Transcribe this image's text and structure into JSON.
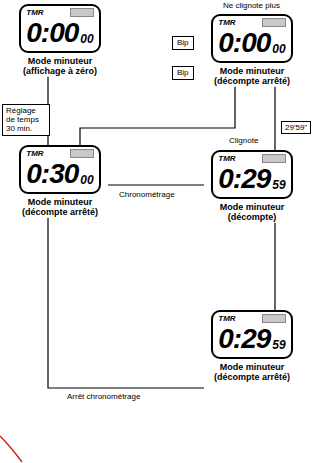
{
  "diagram": {
    "nodes": [
      {
        "text": [
          "TMR",
          "0:00",
          "00",
          "Mode minuteur (affichage à zéro)"
        ]
      },
      {
        "text": [
          "TMR",
          "0:00",
          "00",
          "Mode minuteur (décompte arrêté)"
        ]
      },
      {
        "text": [
          "Bip"
        ]
      },
      {
        "text": [
          "Bip"
        ]
      },
      {
        "text": [
          "TMR",
          "0:30",
          "00",
          "Mode minuteur (décompte arrêté)"
        ]
      },
      {
        "text": [
          "TMR",
          "0:29",
          "59",
          "Mode minuteur (décompte)"
        ]
      },
      {
        "text": [
          "TMR",
          "0:29",
          "59",
          "Mode minuteur (décompte arrêté)"
        ]
      }
    ],
    "edges": [
      {
        "from": 0,
        "to": 4,
        "arrow": "none",
        "label": "Réglage de temps 30 min."
      },
      {
        "from": 1,
        "to": 4,
        "arrow": "none"
      },
      {
        "from": 1,
        "to": 5,
        "arrow": "none",
        "label": "29'59''"
      },
      {
        "from": 4,
        "to": 5,
        "arrow": "none",
        "label": "Chronométrage"
      },
      {
        "from": 5,
        "to": 6,
        "arrow": "none"
      },
      {
        "from": 4,
        "to": 6,
        "arrow": "none",
        "label": "Arrêt chronométrage"
      }
    ],
    "labels": [
      "Ne clignote plus",
      "Clignote"
    ]
  }
}
